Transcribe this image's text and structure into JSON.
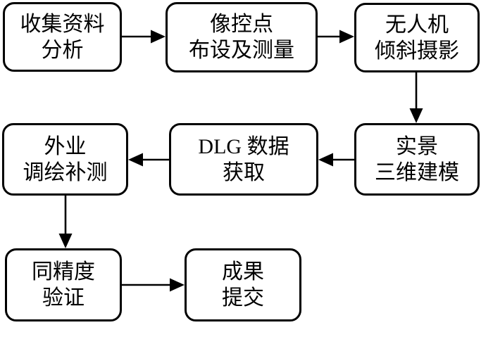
{
  "diagram": {
    "type": "flowchart",
    "background_color": "#ffffff",
    "line_color": "#000000",
    "node_fill_color": "#ffffff",
    "nodes": [
      {
        "id": "collect-analyze",
        "line1": "收集资料",
        "line2": "分析"
      },
      {
        "id": "control-point-layout",
        "line1": "像控点",
        "line2": "布设及测量"
      },
      {
        "id": "uav-oblique",
        "line1": "无人机",
        "line2": "倾斜摄影"
      },
      {
        "id": "real-scene-modeling",
        "line1": "实景",
        "line2": "三维建模"
      },
      {
        "id": "dlg-acquisition",
        "line1": "DLG 数据",
        "line2": "获取"
      },
      {
        "id": "field-survey",
        "line1": "外业",
        "line2": "调绘补测"
      },
      {
        "id": "accuracy-verification",
        "line1": "同精度",
        "line2": "验证"
      },
      {
        "id": "deliverables",
        "line1": "成果",
        "line2": "提交"
      }
    ],
    "edges": [
      {
        "from": "collect-analyze",
        "to": "control-point-layout",
        "direction": "right"
      },
      {
        "from": "control-point-layout",
        "to": "uav-oblique",
        "direction": "right"
      },
      {
        "from": "uav-oblique",
        "to": "real-scene-modeling",
        "direction": "down"
      },
      {
        "from": "real-scene-modeling",
        "to": "dlg-acquisition",
        "direction": "left"
      },
      {
        "from": "dlg-acquisition",
        "to": "field-survey",
        "direction": "left"
      },
      {
        "from": "field-survey",
        "to": "accuracy-verification",
        "direction": "down"
      },
      {
        "from": "accuracy-verification",
        "to": "deliverables",
        "direction": "right"
      }
    ]
  }
}
